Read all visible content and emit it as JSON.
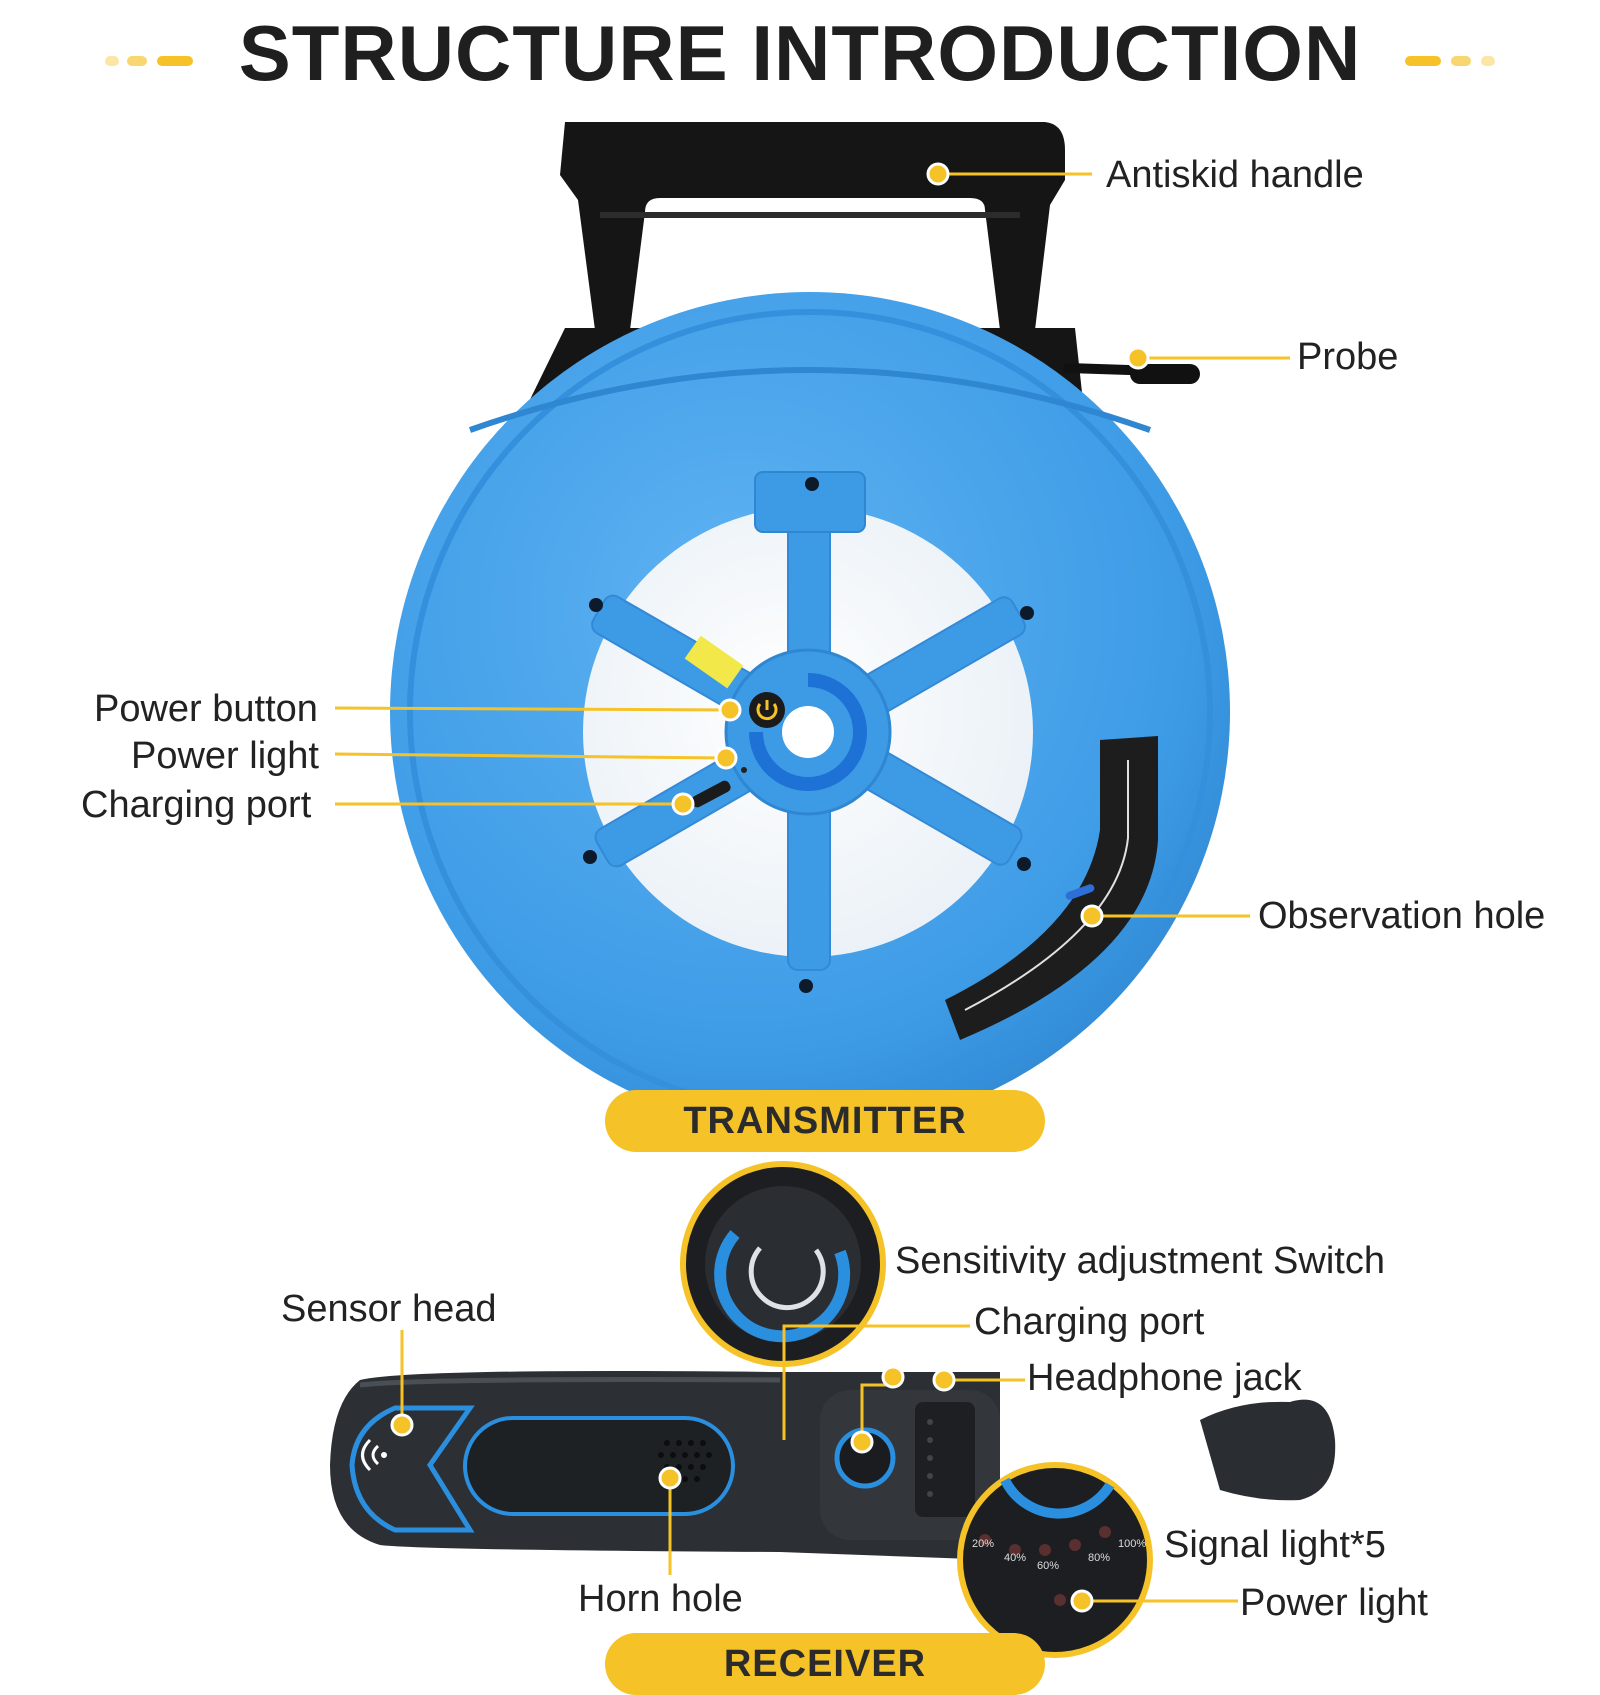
{
  "title": "STRUCTURE INTRODUCTION",
  "colors": {
    "accent_yellow": "#f5c227",
    "reel_blue": "#3d9be6",
    "handle_black": "#151515",
    "receiver_gray": "#2c2f33",
    "receiver_blue_trim": "#2b8fe0"
  },
  "transmitter": {
    "badge": "TRANSMITTER",
    "labels": {
      "antiskid_handle": "Antiskid handle",
      "probe": "Probe",
      "power_button": "Power button",
      "power_light": "Power light",
      "charging_port": "Charging port",
      "observation_hole": "Observation hole"
    }
  },
  "receiver": {
    "badge": "RECEIVER",
    "labels": {
      "sensitivity_switch": "Sensitivity adjustment Switch",
      "charging_port": "Charging port",
      "headphone_jack": "Headphone jack",
      "sensor_head": "Sensor head",
      "horn_hole": "Horn hole",
      "signal_light": "Signal light*5",
      "power_light": "Power light"
    },
    "signal_levels": [
      "20%",
      "40%",
      "60%",
      "80%",
      "100%"
    ]
  }
}
